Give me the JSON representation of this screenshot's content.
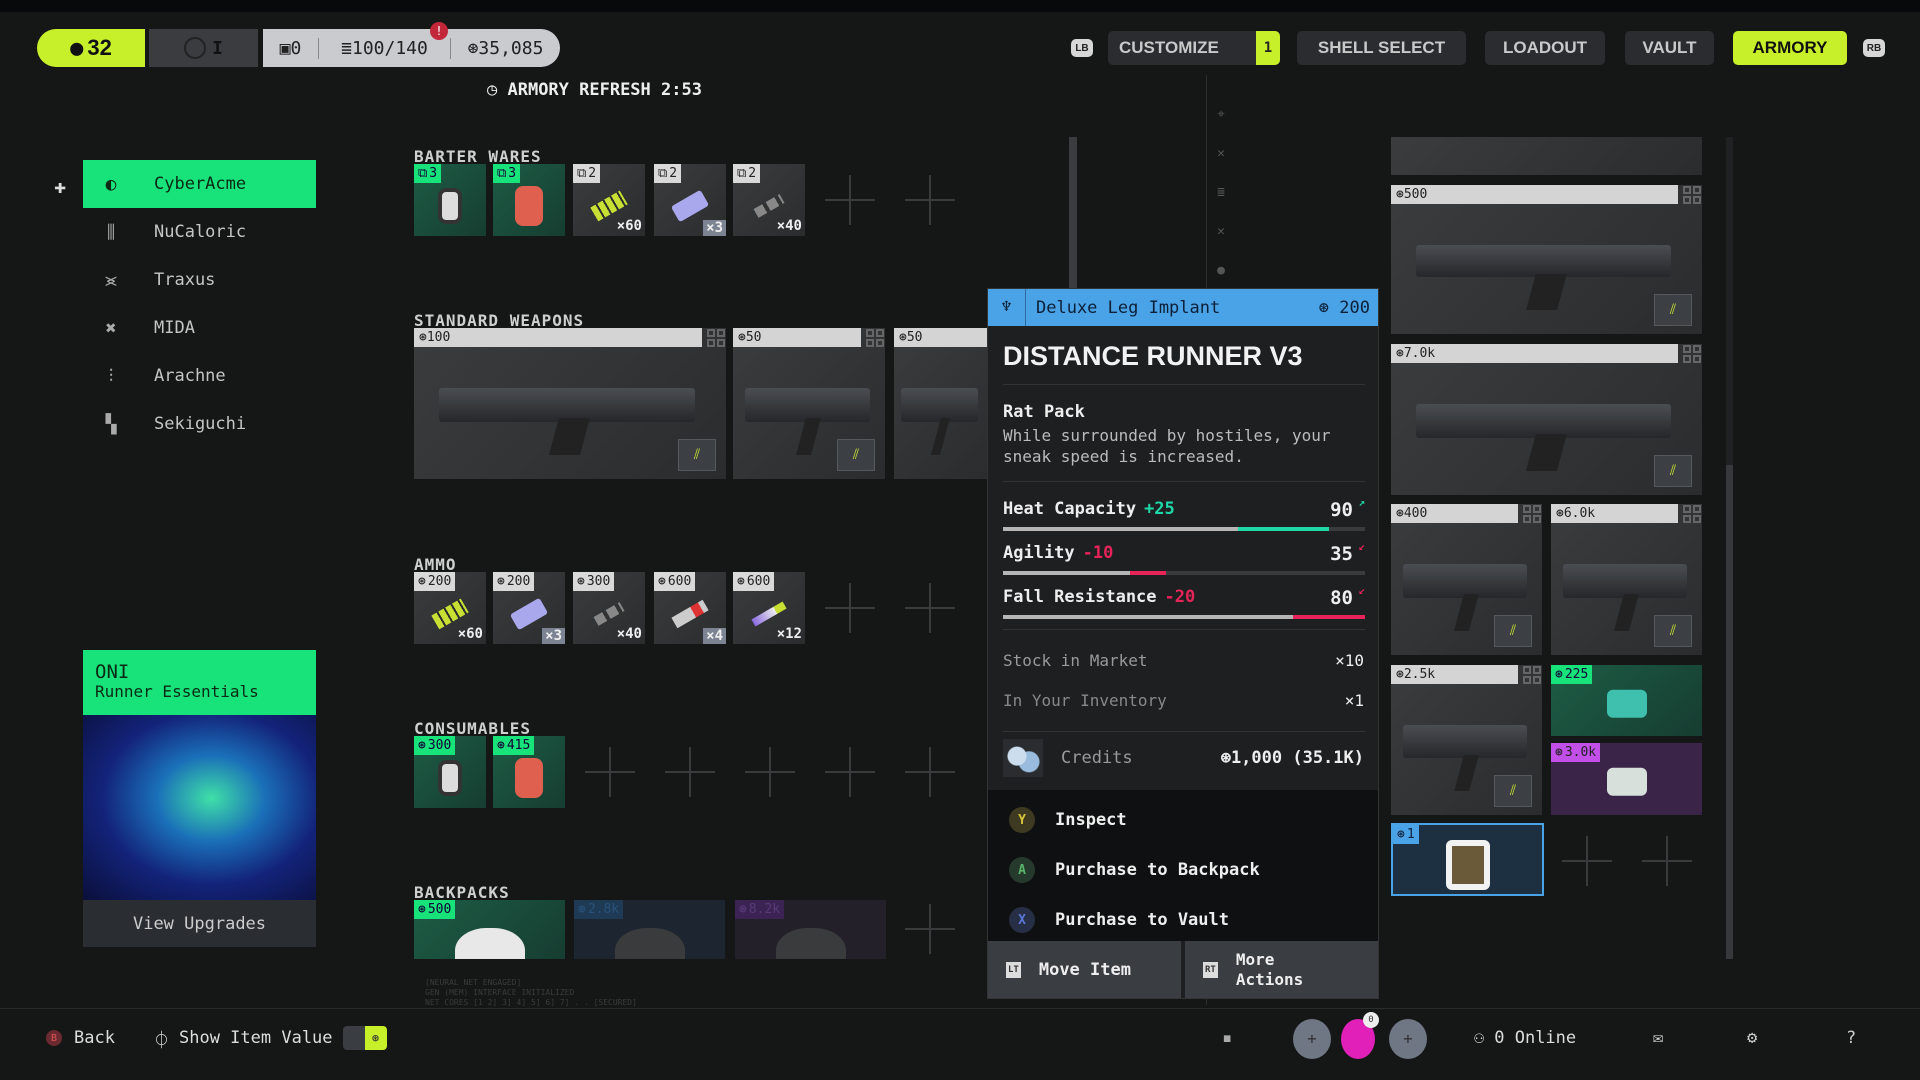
{
  "topbar": {
    "level": "32",
    "rank": "I",
    "slot_count": "0",
    "capacity": "100/140",
    "credits": "35,085",
    "refresh": "ARMORY REFRESH 2:53"
  },
  "tabs": {
    "lb": "LB",
    "rb": "RB",
    "items": [
      {
        "label": "CUSTOMIZE",
        "badge": "1"
      },
      {
        "label": "SHELL SELECT"
      },
      {
        "label": "LOADOUT"
      },
      {
        "label": "VAULT"
      },
      {
        "label": "ARMORY",
        "active": true
      }
    ]
  },
  "sidebar": {
    "items": [
      {
        "label": "CyberAcme",
        "icon": "cyberacme-logo",
        "active": true
      },
      {
        "label": "NuCaloric",
        "icon": "nucaloric-logo"
      },
      {
        "label": "Traxus",
        "icon": "traxus-logo"
      },
      {
        "label": "MIDA",
        "icon": "mida-logo"
      },
      {
        "label": "Arachne",
        "icon": "arachne-logo"
      },
      {
        "label": "Sekiguchi",
        "icon": "sekiguchi-logo"
      }
    ]
  },
  "oni": {
    "title": "ONI",
    "subtitle": "Runner Essentials",
    "button": "View Upgrades"
  },
  "sections": {
    "barter": {
      "label": "BARTER WARES",
      "items": [
        {
          "tag": "3",
          "style": "green",
          "qty": "",
          "art": "canister"
        },
        {
          "tag": "3",
          "style": "green",
          "qty": "",
          "art": "medkit"
        },
        {
          "tag": "2",
          "style": "grey",
          "qty": "×60",
          "art": "rounds"
        },
        {
          "tag": "2",
          "style": "grey",
          "qty": "×3",
          "art": "cell"
        },
        {
          "tag": "2",
          "style": "grey",
          "qty": "×40",
          "art": "shells"
        }
      ]
    },
    "weapons": {
      "label": "STANDARD WEAPONS",
      "items": [
        {
          "price": "100"
        },
        {
          "price": "50"
        },
        {
          "price": "50"
        }
      ]
    },
    "ammo": {
      "label": "AMMO",
      "items": [
        {
          "tag": "200",
          "style": "grey",
          "qty": "×60",
          "art": "rounds"
        },
        {
          "tag": "200",
          "style": "grey",
          "qty": "×3",
          "art": "cell"
        },
        {
          "tag": "300",
          "style": "grey",
          "qty": "×40",
          "art": "shells"
        },
        {
          "tag": "600",
          "style": "grey",
          "qty": "×4",
          "art": "mag"
        },
        {
          "tag": "600",
          "style": "grey",
          "qty": "×12",
          "art": "injector"
        }
      ]
    },
    "consumables": {
      "label": "CONSUMABLES",
      "items": [
        {
          "tag": "300",
          "style": "green",
          "qty": "",
          "art": "canister"
        },
        {
          "tag": "415",
          "style": "green",
          "qty": "",
          "art": "medkit"
        }
      ]
    },
    "backpacks": {
      "label": "BACKPACKS",
      "items": [
        {
          "tag": "500",
          "style": "green"
        },
        {
          "tag": "2.8k",
          "style": "blue"
        },
        {
          "tag": "8.2k",
          "style": "dimp"
        }
      ]
    }
  },
  "detail": {
    "category": "Deluxe Leg Implant",
    "price": "200",
    "name": "DISTANCE RUNNER V3",
    "perk_title": "Rat Pack",
    "perk_desc": "While surrounded by hostiles, your sneak speed is increased.",
    "stats": [
      {
        "label": "Heat Capacity",
        "delta": "+25",
        "value": "90",
        "base": 65,
        "new": 90,
        "dir": "up"
      },
      {
        "label": "Agility",
        "delta": "-10",
        "value": "35",
        "base": 35,
        "new": 45,
        "dir": "down"
      },
      {
        "label": "Fall Resistance",
        "delta": "-20",
        "value": "80",
        "base": 80,
        "new": 100,
        "dir": "down"
      }
    ],
    "stock_label": "Stock in Market",
    "stock": "×10",
    "inv_label": "In Your Inventory",
    "inv": "×1",
    "credits_label": "Credits",
    "credits": "1,000 (35.1K)",
    "actions": [
      {
        "btn": "Y",
        "label": "Inspect"
      },
      {
        "btn": "A",
        "label": "Purchase to Backpack"
      },
      {
        "btn": "X",
        "label": "Purchase to Vault"
      }
    ],
    "move": {
      "btn": "LT",
      "label": "Move Item"
    },
    "more": {
      "btn": "RT",
      "label": "More Actions"
    }
  },
  "right": {
    "items": [
      {
        "price": "500"
      },
      {
        "price": "7.0k"
      },
      {
        "price": "400"
      },
      {
        "price": "6.0k"
      },
      {
        "price": "2.5k"
      },
      {
        "price": "225"
      },
      {
        "price": "3.0k"
      },
      {
        "price": "1"
      }
    ]
  },
  "bottom": {
    "back_btn": "B",
    "back": "Back",
    "show_value": "Show Item Value",
    "online": "0 Online",
    "party_count": "0"
  },
  "colors": {
    "accent": "#c8f02a",
    "green": "#17e37a",
    "blue": "#4aa3e6",
    "up": "#1ed8a8",
    "down": "#e6245a",
    "purple": "#c14fe8"
  }
}
